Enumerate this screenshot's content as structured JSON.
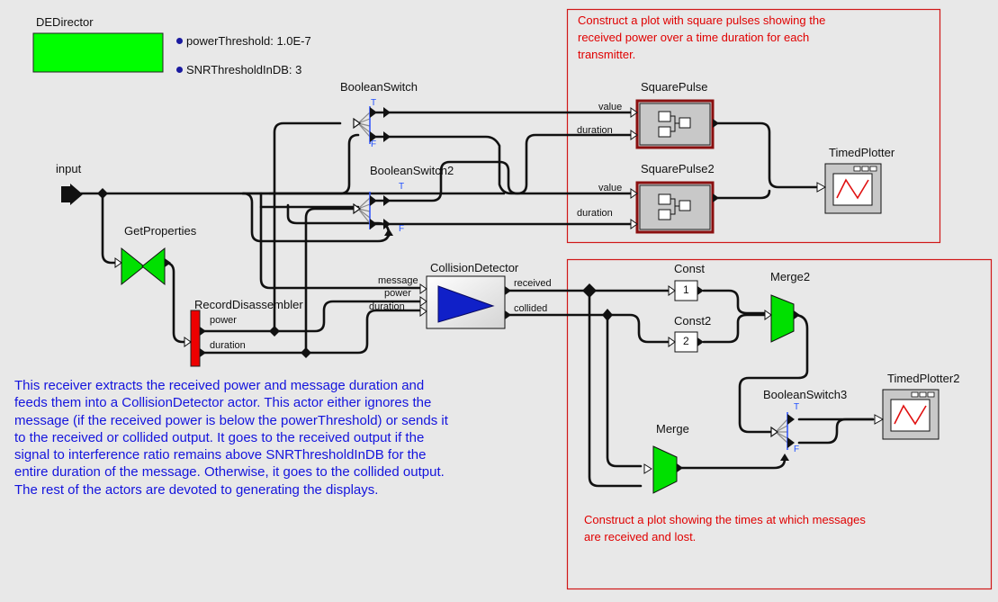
{
  "director": {
    "name": "DEDirector"
  },
  "parameters": [
    {
      "label": "powerThreshold: 1.0E-7"
    },
    {
      "label": "SNRThresholdInDB: 3"
    }
  ],
  "annotations": {
    "top_box": "Construct a plot with square pulses showing the received power over a time duration for each transmitter.",
    "bottom_box": "Construct a plot showing the times at which messages are received and lost.",
    "description": "This receiver extracts the received power and message duration and feeds them into a CollisionDetector actor. This actor either ignores the message (if the received power is below the powerThreshold) or sends it to the received or collided output. It goes to the received output if the signal to interference ratio remains above SNRThresholdInDB for the entire duration of the message. Otherwise, it goes to the collided output. The rest of the actors are devoted to generating the displays."
  },
  "actors": {
    "input": {
      "name": "input"
    },
    "get_properties": {
      "name": "GetProperties"
    },
    "record_disassembler": {
      "name": "RecordDisassembler",
      "ports": {
        "power": "power",
        "duration": "duration"
      }
    },
    "boolean_switch": {
      "name": "BooleanSwitch",
      "true": "T",
      "false": "F"
    },
    "boolean_switch2": {
      "name": "BooleanSwitch2",
      "true": "T",
      "false": "F"
    },
    "boolean_switch3": {
      "name": "BooleanSwitch3",
      "true": "T",
      "false": "F"
    },
    "square_pulse": {
      "name": "SquarePulse",
      "ports": {
        "value": "value",
        "duration": "duration"
      }
    },
    "square_pulse2": {
      "name": "SquarePulse2",
      "ports": {
        "value": "value",
        "duration": "duration"
      }
    },
    "timed_plotter": {
      "name": "TimedPlotter"
    },
    "timed_plotter2": {
      "name": "TimedPlotter2"
    },
    "collision_detector": {
      "name": "CollisionDetector",
      "ports": {
        "message": "message",
        "power": "power",
        "duration": "duration",
        "received": "received",
        "collided": "collided"
      }
    },
    "const": {
      "name": "Const",
      "value": "1"
    },
    "const2": {
      "name": "Const2",
      "value": "2"
    },
    "merge": {
      "name": "Merge"
    },
    "merge2": {
      "name": "Merge2"
    }
  },
  "colors": {
    "background": "#e8e8e8",
    "director": "#00ff00",
    "actor_green": "#00e000",
    "annotation_red": "#e00000",
    "annotation_blue": "#1414dd",
    "disassembler": "#ee0000",
    "pulse_border": "#8b1010",
    "detector_triangle": "#1020c8"
  }
}
